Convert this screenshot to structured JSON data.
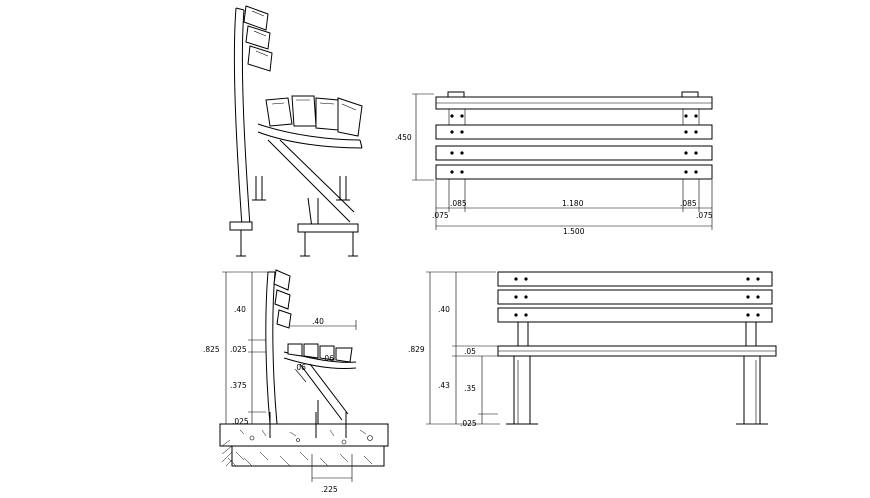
{
  "plan_view": {
    "dims": {
      "height_label": ".450",
      "leg_spacing_left": ".085",
      "clear_span": "1.180",
      "leg_spacing_right": ".085",
      "overhang_left": ".075",
      "overhang_right": ".075",
      "overall_length": "1.500"
    }
  },
  "section_view": {
    "dims": {
      "back_height": ".40",
      "backrest_depth": ".40",
      "total_height": ".825",
      "gap_height": ".025",
      "slat_depth": ".06",
      "slat_depth_diag": ".06",
      "seat_height": ".375",
      "base_height": ".025",
      "footing_width": ".225"
    }
  },
  "front_view": {
    "dims": {
      "back_height": ".40",
      "total_height": ".829",
      "seat_thickness": ".05",
      "seat_height": ".43",
      "leg_height": ".35",
      "base_height": ".025"
    }
  }
}
